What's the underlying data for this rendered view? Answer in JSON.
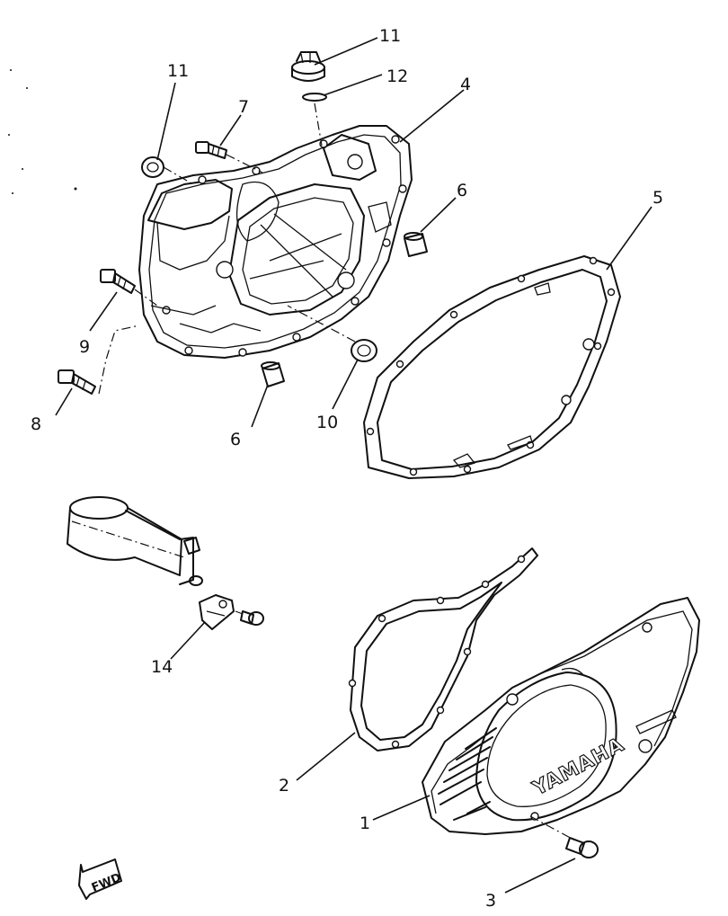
{
  "diagram": {
    "brand_mark": "YAMAHA",
    "fwd_label": "FWD",
    "callouts": [
      {
        "id": "c1",
        "label": "1"
      },
      {
        "id": "c2",
        "label": "2"
      },
      {
        "id": "c3",
        "label": "3"
      },
      {
        "id": "c4",
        "label": "4"
      },
      {
        "id": "c5",
        "label": "5"
      },
      {
        "id": "c6a",
        "label": "6"
      },
      {
        "id": "c6b",
        "label": "6"
      },
      {
        "id": "c7",
        "label": "7"
      },
      {
        "id": "c8",
        "label": "8"
      },
      {
        "id": "c9",
        "label": "9"
      },
      {
        "id": "c10",
        "label": "10"
      },
      {
        "id": "c11",
        "label": "11"
      },
      {
        "id": "c12",
        "label": "12"
      },
      {
        "id": "c13",
        "label": "13"
      },
      {
        "id": "c14",
        "label": "14"
      }
    ]
  }
}
